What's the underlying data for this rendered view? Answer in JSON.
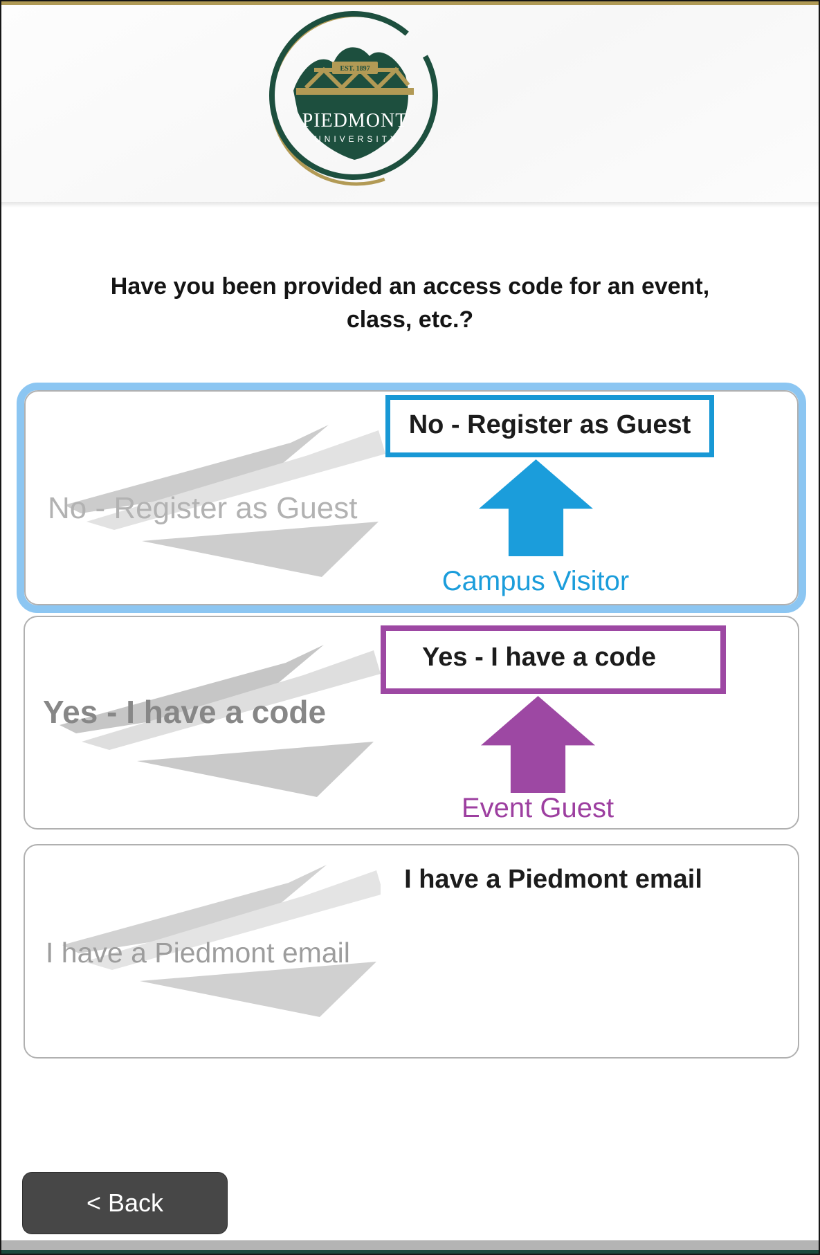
{
  "logo": {
    "institution": "PIEDMONT",
    "institution_sub": "UNIVERSITY",
    "established": "EST. 1897"
  },
  "question": {
    "line1": "Have you been provided an access code for an event,",
    "line2": "class, etc.?"
  },
  "options": [
    {
      "graphic_label": "No - Register as Guest",
      "box_label": "No - Register as Guest",
      "annotation": "Campus Visitor",
      "accent_color": "#1b9ddb",
      "highlight_border_color": "#8cc6f2",
      "highlighted": true
    },
    {
      "graphic_label": "Yes - I have a code",
      "box_label": "Yes - I have a code",
      "annotation": "Event Guest",
      "accent_color": "#9d48a3",
      "highlighted": false
    },
    {
      "graphic_label": "I have a Piedmont email",
      "box_label": "I have a Piedmont email",
      "highlighted": false
    }
  ],
  "back_button": {
    "label": "< Back"
  },
  "colors": {
    "top_bar_gold": "#b09a55",
    "logo_green": "#1d4f3e",
    "logo_gold": "#b29a55",
    "card_border_gray": "#b0b0b0",
    "back_button_bg": "#474747",
    "bottom_bar_green": "#1a4a3d"
  }
}
